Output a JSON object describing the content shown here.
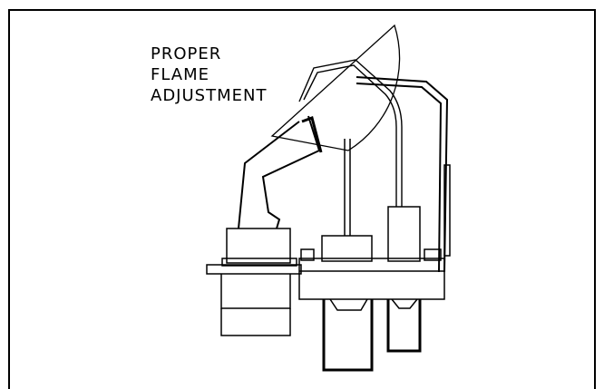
{
  "diagram": {
    "label_lines": [
      "PROPER",
      "FLAME",
      "ADJUSTMENT"
    ],
    "line_color": "#000000",
    "background": "#ffffff",
    "icons": [
      "pilot-burner-assembly",
      "thermocouple",
      "igniter-electrode",
      "flame-shield"
    ]
  }
}
